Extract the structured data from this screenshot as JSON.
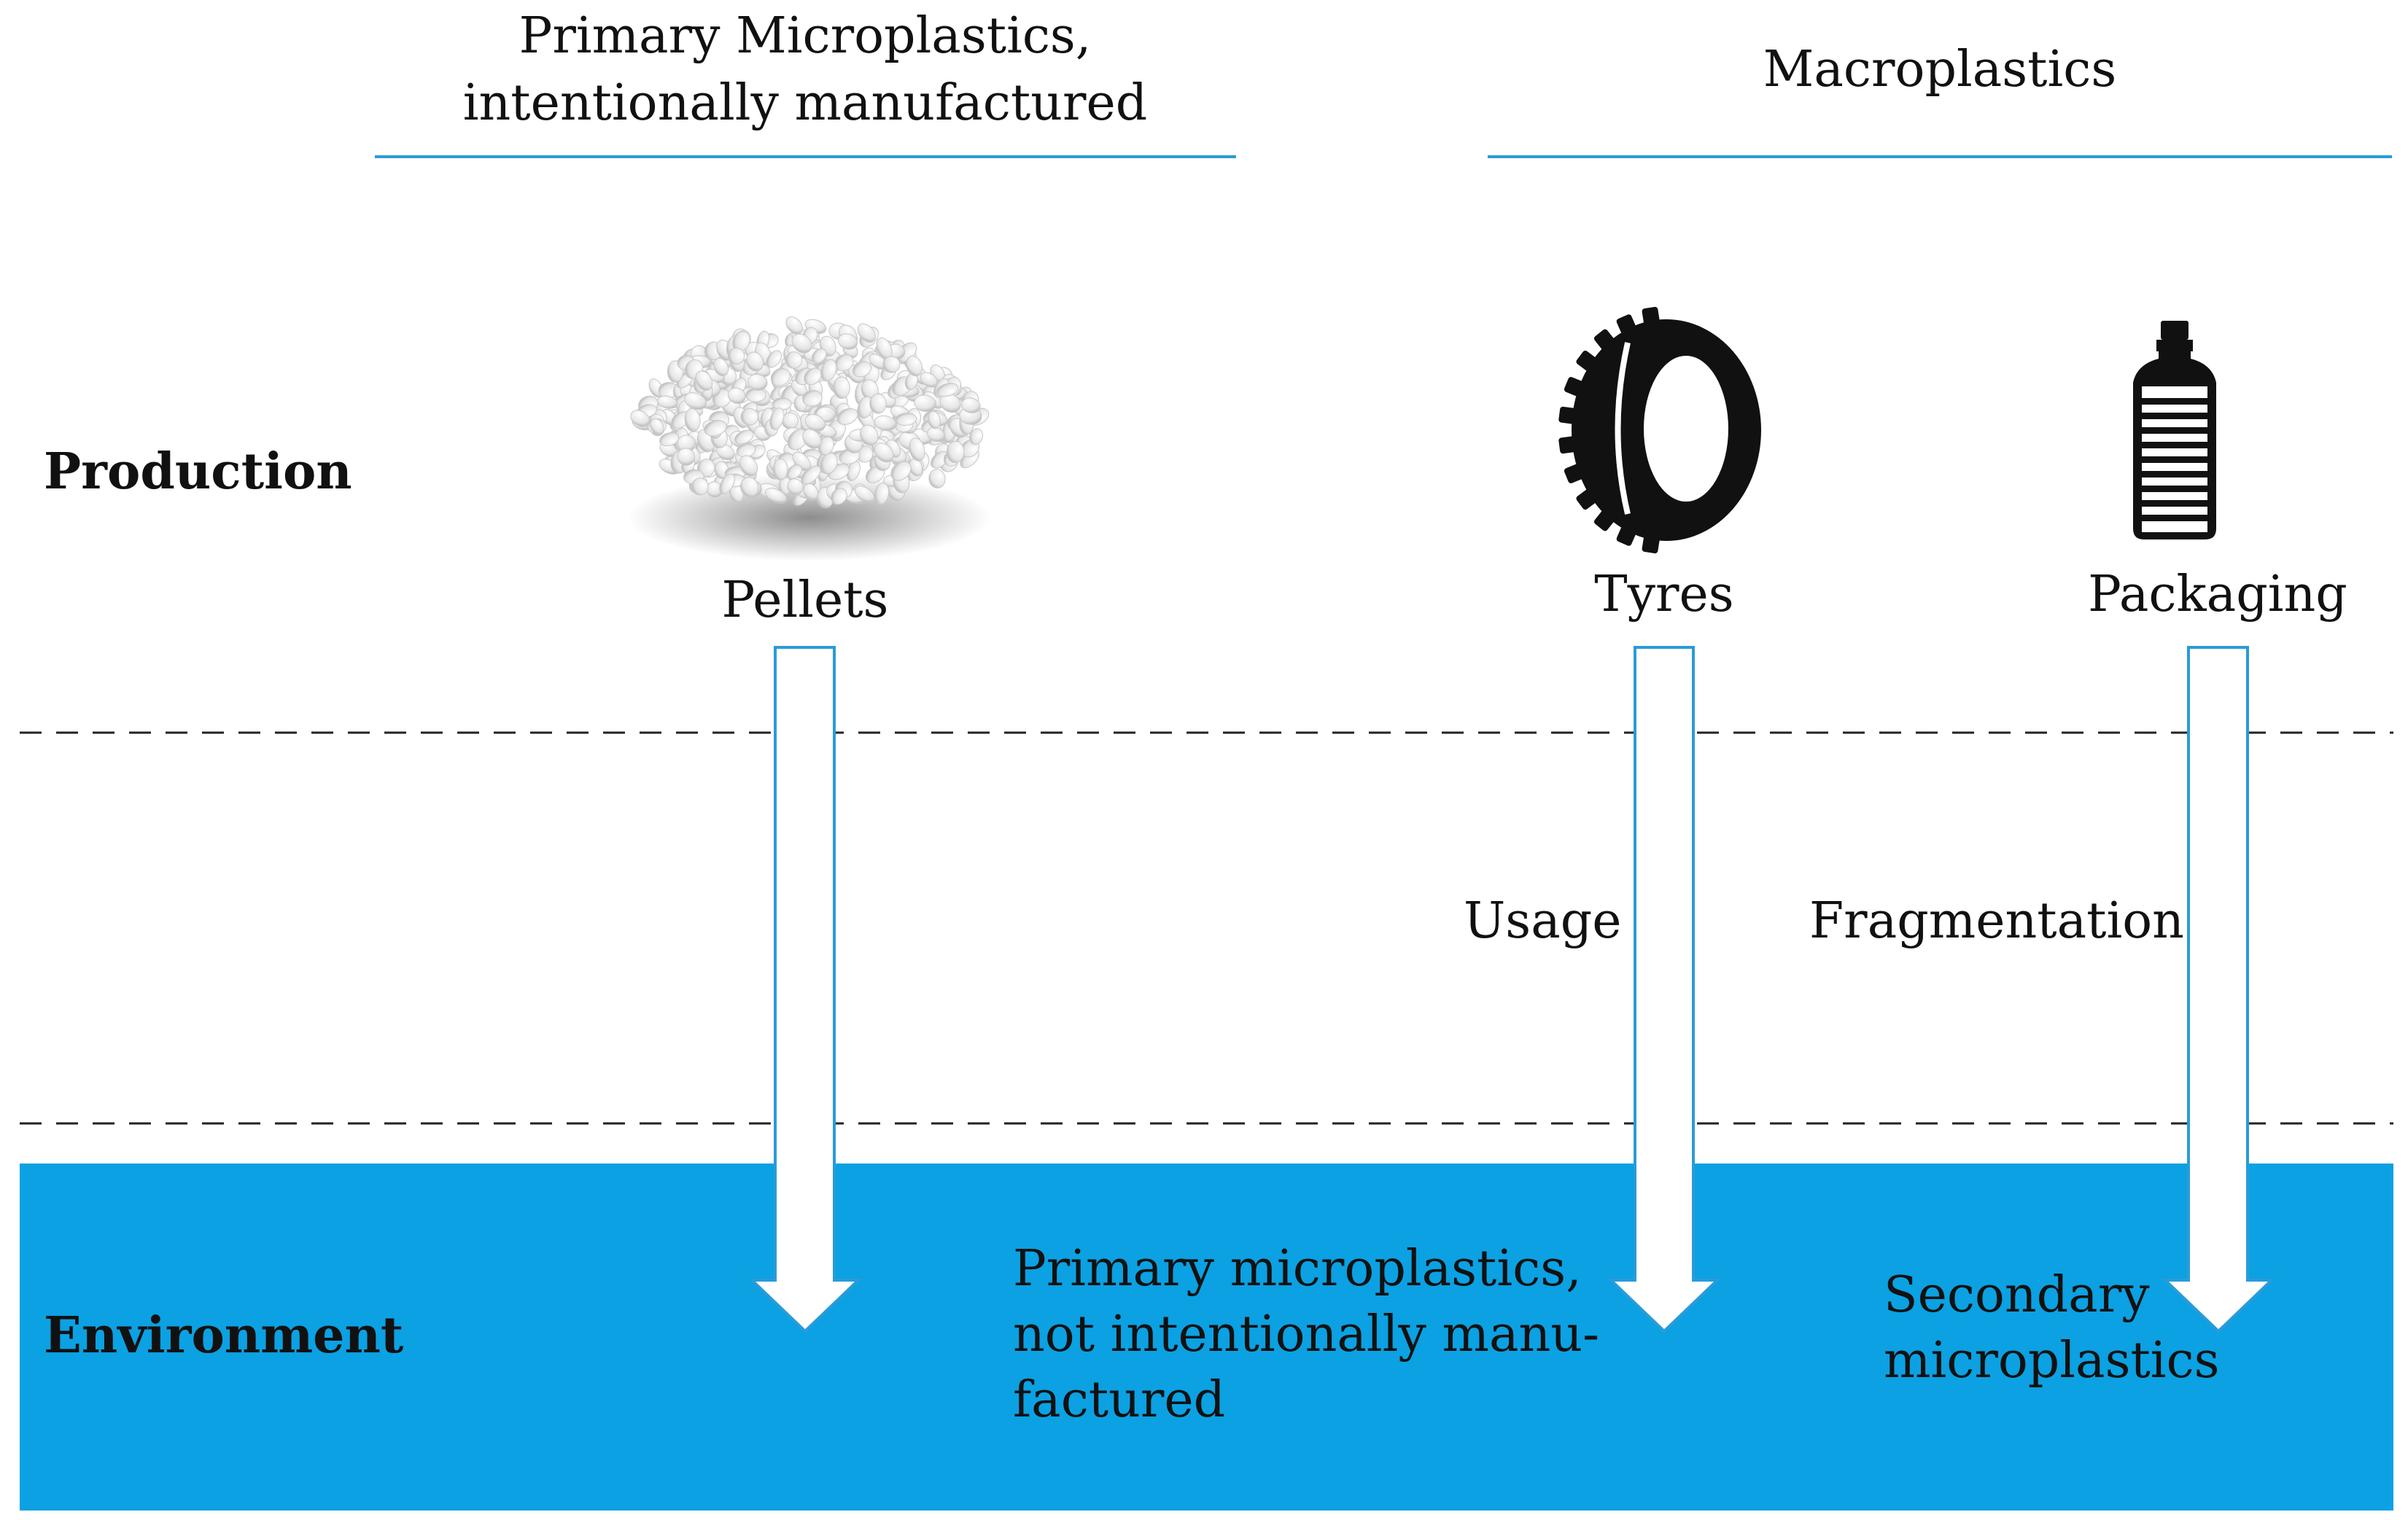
{
  "headings": {
    "primary_line1": "Primary Microplastics,",
    "primary_line2": "intentionally manufactured",
    "macro": "Macroplastics"
  },
  "rows": {
    "production": "Production",
    "environment": "Environment"
  },
  "sources": {
    "pellets": "Pellets",
    "tyres": "Tyres",
    "packaging": "Packaging"
  },
  "processes": {
    "usage": "Usage",
    "fragmentation": "Fragmentation"
  },
  "outcomes": {
    "primary_line1": "Primary microplastics,",
    "primary_line2": "not intentionally manu-",
    "primary_line3": "factured",
    "secondary_line1": "Secondary",
    "secondary_line2": "microplastics"
  },
  "icons": {
    "pellets": "pellets-image",
    "tyre": "tyre-icon",
    "bottle": "bottle-icon"
  },
  "colors": {
    "environment_band": "#0ba1e2",
    "heading_rule": "#2a9bd8",
    "arrow_outline": "#2a9bd8",
    "arrow_fill": "#ffffff",
    "dashed_line": "#222222"
  }
}
